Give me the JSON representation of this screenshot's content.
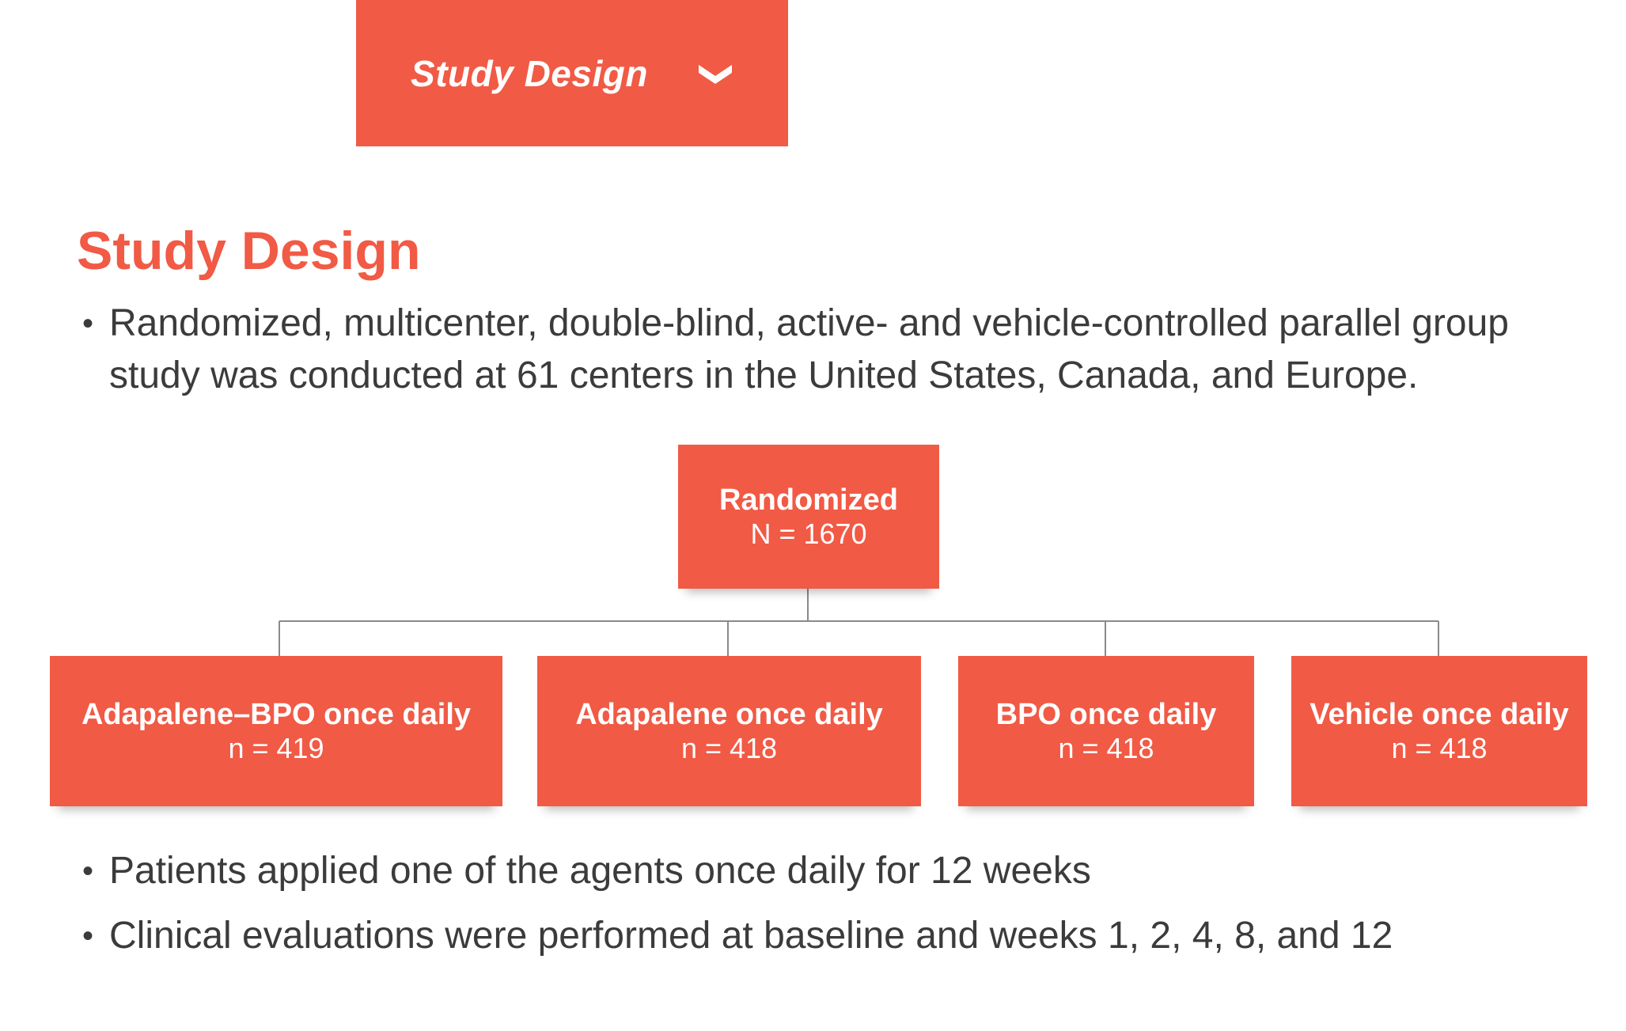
{
  "accordion": {
    "label": "Study Design"
  },
  "section": {
    "title": "Study Design"
  },
  "bullets": [
    "Randomized, multicenter, double-blind, active- and vehicle-controlled parallel group study was conducted at 61 centers in the United States, Canada, and Europe.",
    "Patients applied one of the agents once daily for 12 weeks",
    "Clinical evaluations were performed at baseline and weeks 1, 2, 4, 8, and 12"
  ],
  "bullet_symbol": "•",
  "diagram": {
    "root": {
      "title": "Randomized",
      "count": "N = 1670"
    },
    "arms": [
      {
        "title": "Adapalene–BPO once daily",
        "count": "n = 419"
      },
      {
        "title": "Adapalene once daily",
        "count": "n = 418"
      },
      {
        "title": "BPO once daily",
        "count": "n = 418"
      },
      {
        "title": "Vehicle once daily",
        "count": "n = 418"
      }
    ]
  },
  "colors": {
    "accent": "#f15a45",
    "text": "#3b3b3b",
    "connector": "#8a8a8a"
  },
  "icons": {
    "accordion_toggle": "chevron-down-icon"
  }
}
